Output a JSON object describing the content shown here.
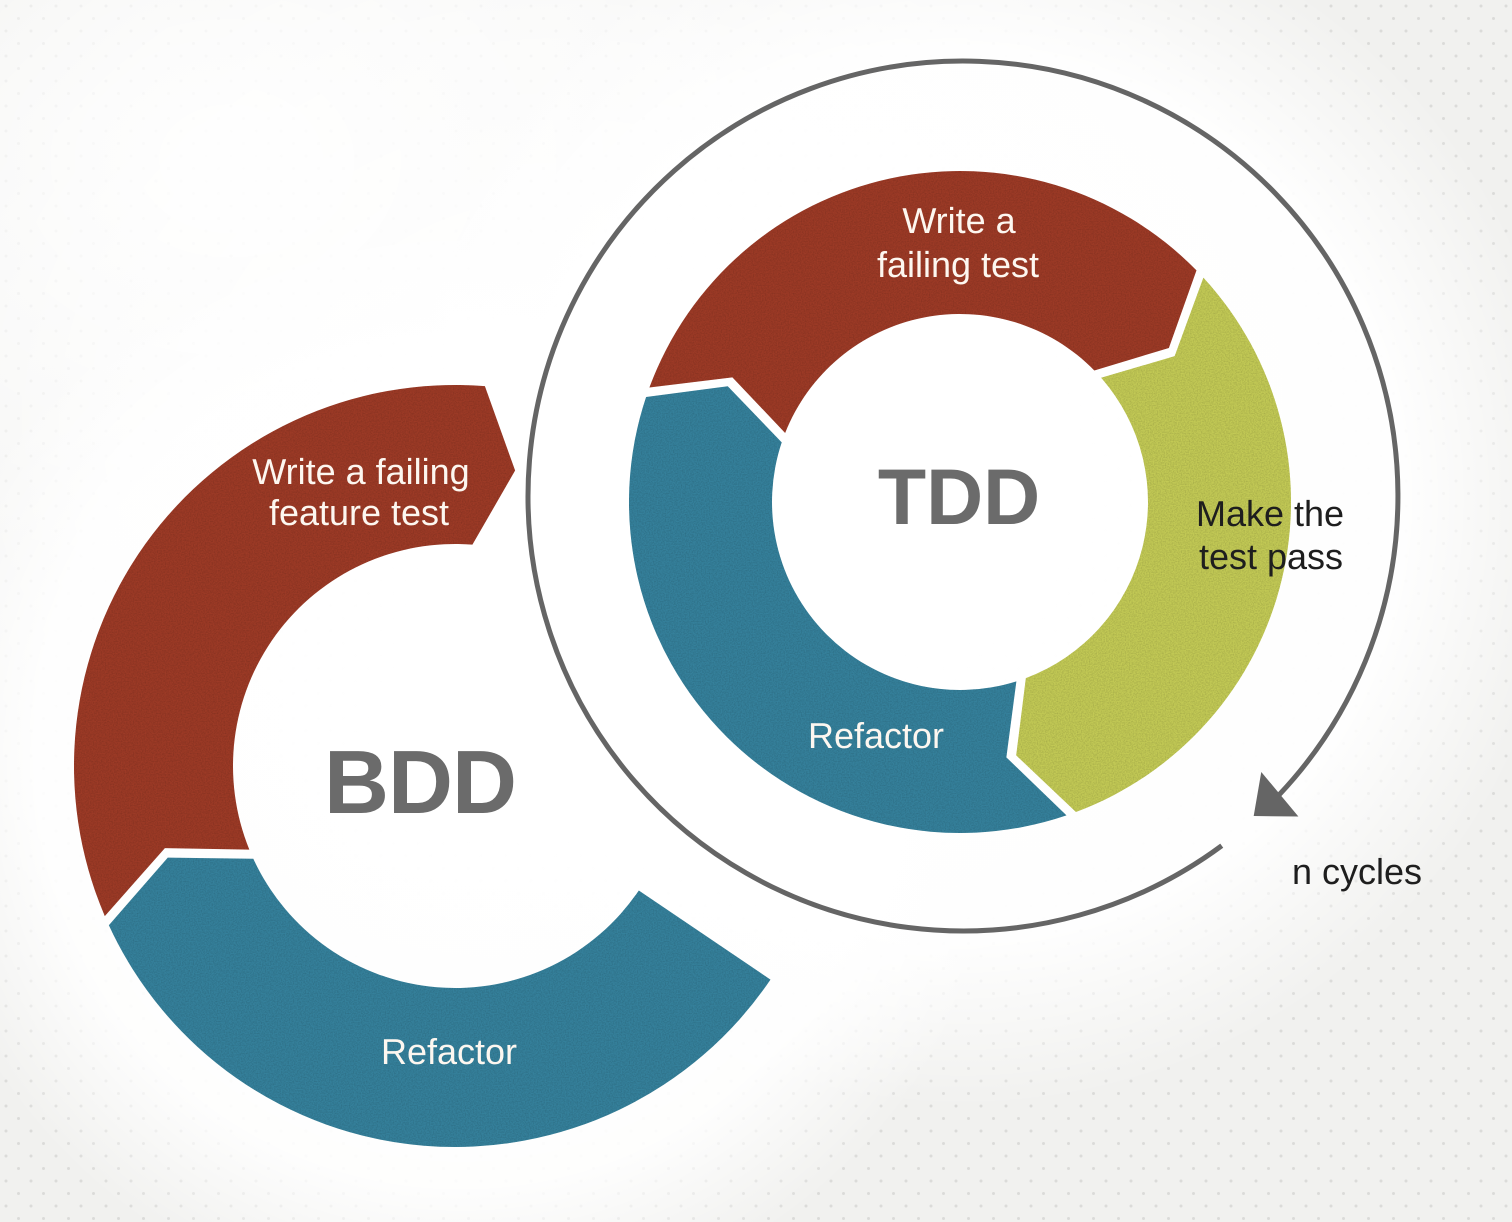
{
  "background": {
    "base": "#f1f1ef",
    "dot_color": "#dbdbd9"
  },
  "colors": {
    "red": "#9c3a26",
    "blue": "#35809b",
    "green": "#c2c955",
    "ring_gray": "#656565",
    "title_gray": "#6b6b6b",
    "dark_text": "#1e1e1e",
    "light_text": "#fdf7f0"
  },
  "bdd_cycle": {
    "title": "BDD",
    "steps": [
      {
        "id": "write-failing-feature-test",
        "label_line1": "Write a failing",
        "label_line2": "feature test"
      },
      {
        "id": "refactor",
        "label": "Refactor"
      }
    ]
  },
  "tdd_cycle": {
    "title": "TDD",
    "steps": [
      {
        "id": "write-failing-test",
        "label_line1": "Write a",
        "label_line2": "failing test"
      },
      {
        "id": "make-test-pass",
        "label_line1": "Make the",
        "label_line2": "test pass"
      },
      {
        "id": "refactor",
        "label": "Refactor"
      }
    ]
  },
  "annotation": {
    "n_cycles": "n cycles"
  }
}
